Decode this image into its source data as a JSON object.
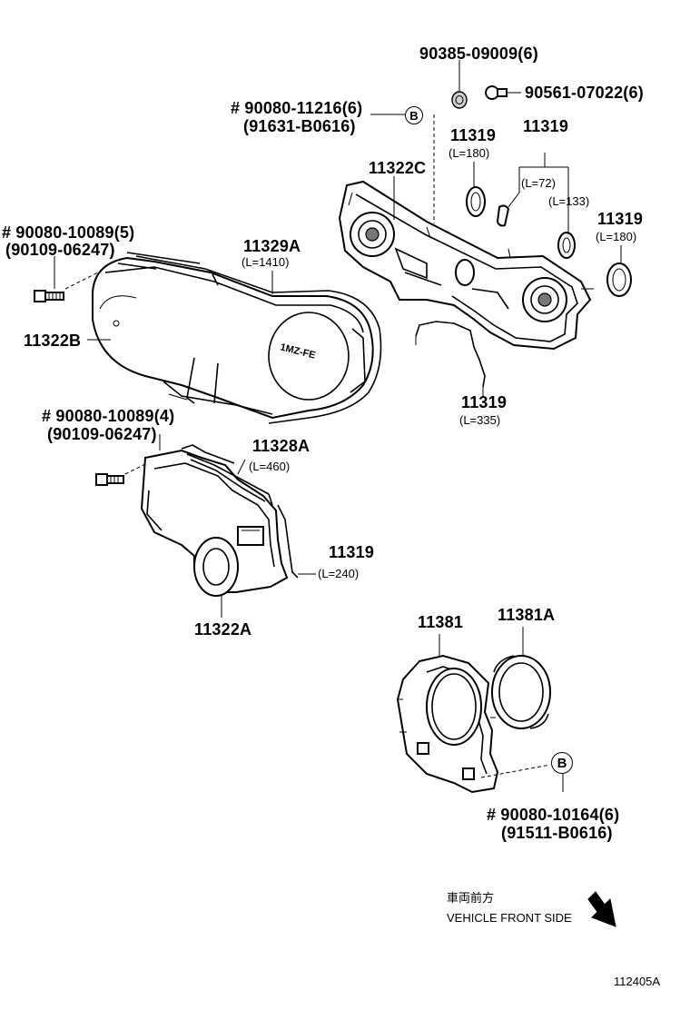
{
  "labels": {
    "p90385": "90385-09009(6)",
    "p90561": "90561-07022(6)",
    "p90080_11216": "# 90080-11216(6)",
    "p91631": "(91631-B0616)",
    "callout_b": "B",
    "p11319_a": "11319",
    "p11319_a_len": "(L=180)",
    "p11319_b": "11319",
    "p11319_b_len1": "(L=72)",
    "p11319_b_len2": "(L=133)",
    "p11322c": "11322C",
    "p11319_c": "11319",
    "p11319_c_len": "(L=180)",
    "p90080_10089_5": "# 90080-10089(5)",
    "p90109_a": "(90109-06247)",
    "p11329a": "11329A",
    "p11329a_len": "(L=1410)",
    "p11322b": "11322B",
    "p11319_d": "11319",
    "p11319_d_len": "(L=335)",
    "p90080_10089_4": "# 90080-10089(4)",
    "p90109_b": "(90109-06247)",
    "p11328a": "11328A",
    "p11328a_len": "(L=460)",
    "p11319_e": "11319",
    "p11319_e_len": "(L=240)",
    "p11322a": "11322A",
    "p11381": "11381",
    "p11381a": "11381A",
    "callout_b2": "B",
    "p90080_10164": "# 90080-10164(6)",
    "p91511": "(91511-B0616)",
    "direction_jp": "車両前方",
    "direction_en": "VEHICLE FRONT SIDE",
    "illustration_no": "112405A",
    "engine_mark": "1MZ-FE"
  }
}
